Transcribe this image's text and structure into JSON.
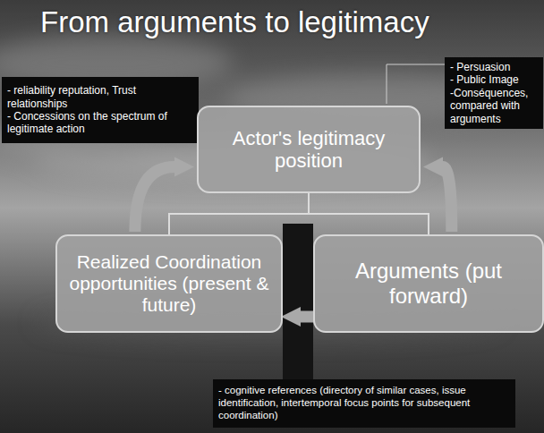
{
  "diagram": {
    "title": "From arguments to legitimacy",
    "nodes": [
      {
        "text": [
          "- reliability reputation, Trust relationships",
          "- Concessions on the spectrum of legitimate action"
        ]
      },
      {
        "text": [
          "- Persuasion",
          "- Public Image",
          "-Conséquences, compared with arguments"
        ]
      },
      {
        "text": [
          "Actor's legitimacy position"
        ]
      },
      {
        "text": [
          "Realized Coordination opportunities (present & future)"
        ]
      },
      {
        "text": [
          "Arguments (put forward)"
        ]
      },
      {
        "text": [
          "- cognitive references (directory of similar cases, issue identification, intertemporal focus points for subsequent coordination)"
        ]
      }
    ],
    "edges": [
      {
        "from": 2,
        "to": 3,
        "arrow": "none"
      },
      {
        "from": 2,
        "to": 4,
        "arrow": "none"
      },
      {
        "from": 3,
        "to": 2,
        "arrow": "to"
      },
      {
        "from": 4,
        "to": 2,
        "arrow": "to"
      },
      {
        "from": 4,
        "to": 3,
        "arrow": "to"
      }
    ]
  }
}
